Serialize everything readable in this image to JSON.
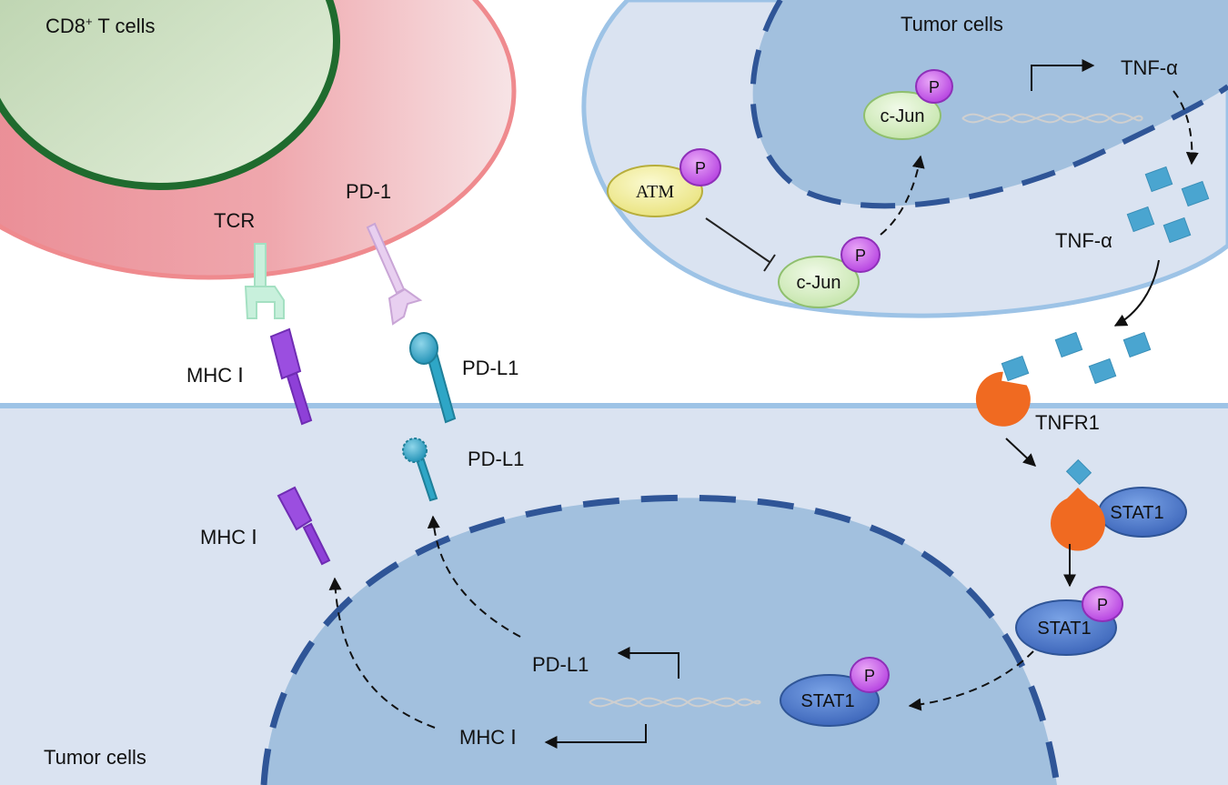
{
  "labels": {
    "cd8_cells_main": "CD8",
    "cd8_cells_sup": "+",
    "cd8_cells_tail": " T cells",
    "tumor_cells_top": "Tumor cells",
    "tumor_cells_bottom": "Tumor cells",
    "tcr": "TCR",
    "pd1": "PD-1",
    "mhc_upper": "MHC Ⅰ",
    "pdl1_upper": "PD-L1",
    "pdl1_middle": "PD-L1",
    "mhc_lower": "MHC Ⅰ",
    "pdl1_gene": "PD-L1",
    "mhc_gene": "MHC Ⅰ",
    "tnfa_gene": "TNF-α",
    "tnfa_secreted": "TNF-α",
    "tnfr1": "TNFR1"
  },
  "molecules": {
    "atm": "ATM",
    "cjun_nuclear": "c-Jun",
    "cjun_cyto": "c-Jun",
    "stat1_receptor": "STAT1",
    "stat1_phospho": "STAT1",
    "stat1_nuclear": "STAT1",
    "phospho_mark": "P"
  },
  "colors": {
    "tcell_membrane": "#ef8a8e",
    "tcell_nucleus_border": "#1f6b2e",
    "tumor_nucleus": "#a2c0de",
    "nuclear_envelope": "#2f5597",
    "tumor_cytoplasm": "#dae3f1",
    "membrane_line": "#9dc3e6",
    "mhc": "#8e40d8",
    "pdl1": "#2ea6c6",
    "tnfa": "#4aa5d0",
    "tnfr1": "#f06a21",
    "stat1": "#4472c4",
    "phospho": "#c04fe8",
    "atm": "#f2ef9a",
    "cjun": "#d6efc1",
    "tcr": "#b7ead0",
    "pd1": "#e4c6ec"
  }
}
